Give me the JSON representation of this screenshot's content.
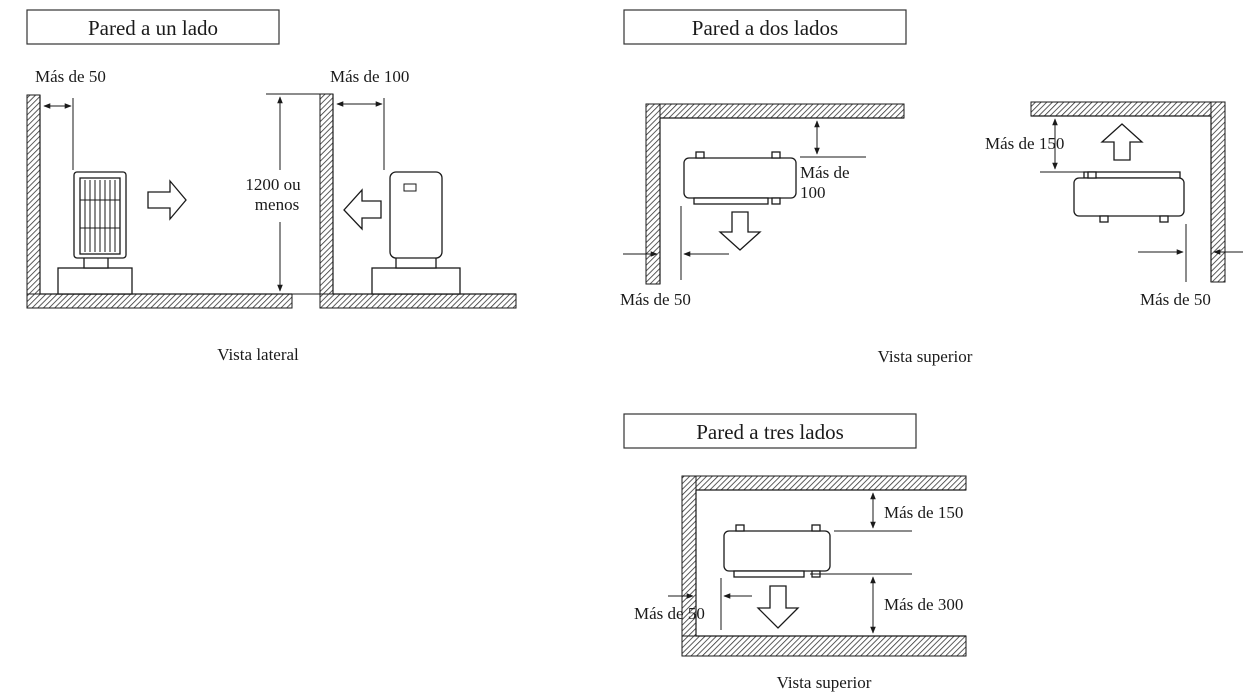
{
  "sections": {
    "one_side": {
      "title": "Pared a un lado",
      "label_min50": "Más de 50",
      "label_min100": "Más de 100",
      "label_height_line1": "1200 ou",
      "label_height_line2": "menos",
      "caption": "Vista lateral"
    },
    "two_sides": {
      "title": "Pared a dos lados",
      "label_min100_line1": "Más de",
      "label_min100_line2": "100",
      "label_min50_left": "Más de 50",
      "label_min150": "Más de 150",
      "label_min50_right": "Más de 50",
      "caption": "Vista superior"
    },
    "three_sides": {
      "title": "Pared a tres lados",
      "label_min150": "Más de 150",
      "label_min300": "Más de 300",
      "label_min50": "Más de 50",
      "caption": "Vista superior"
    }
  }
}
